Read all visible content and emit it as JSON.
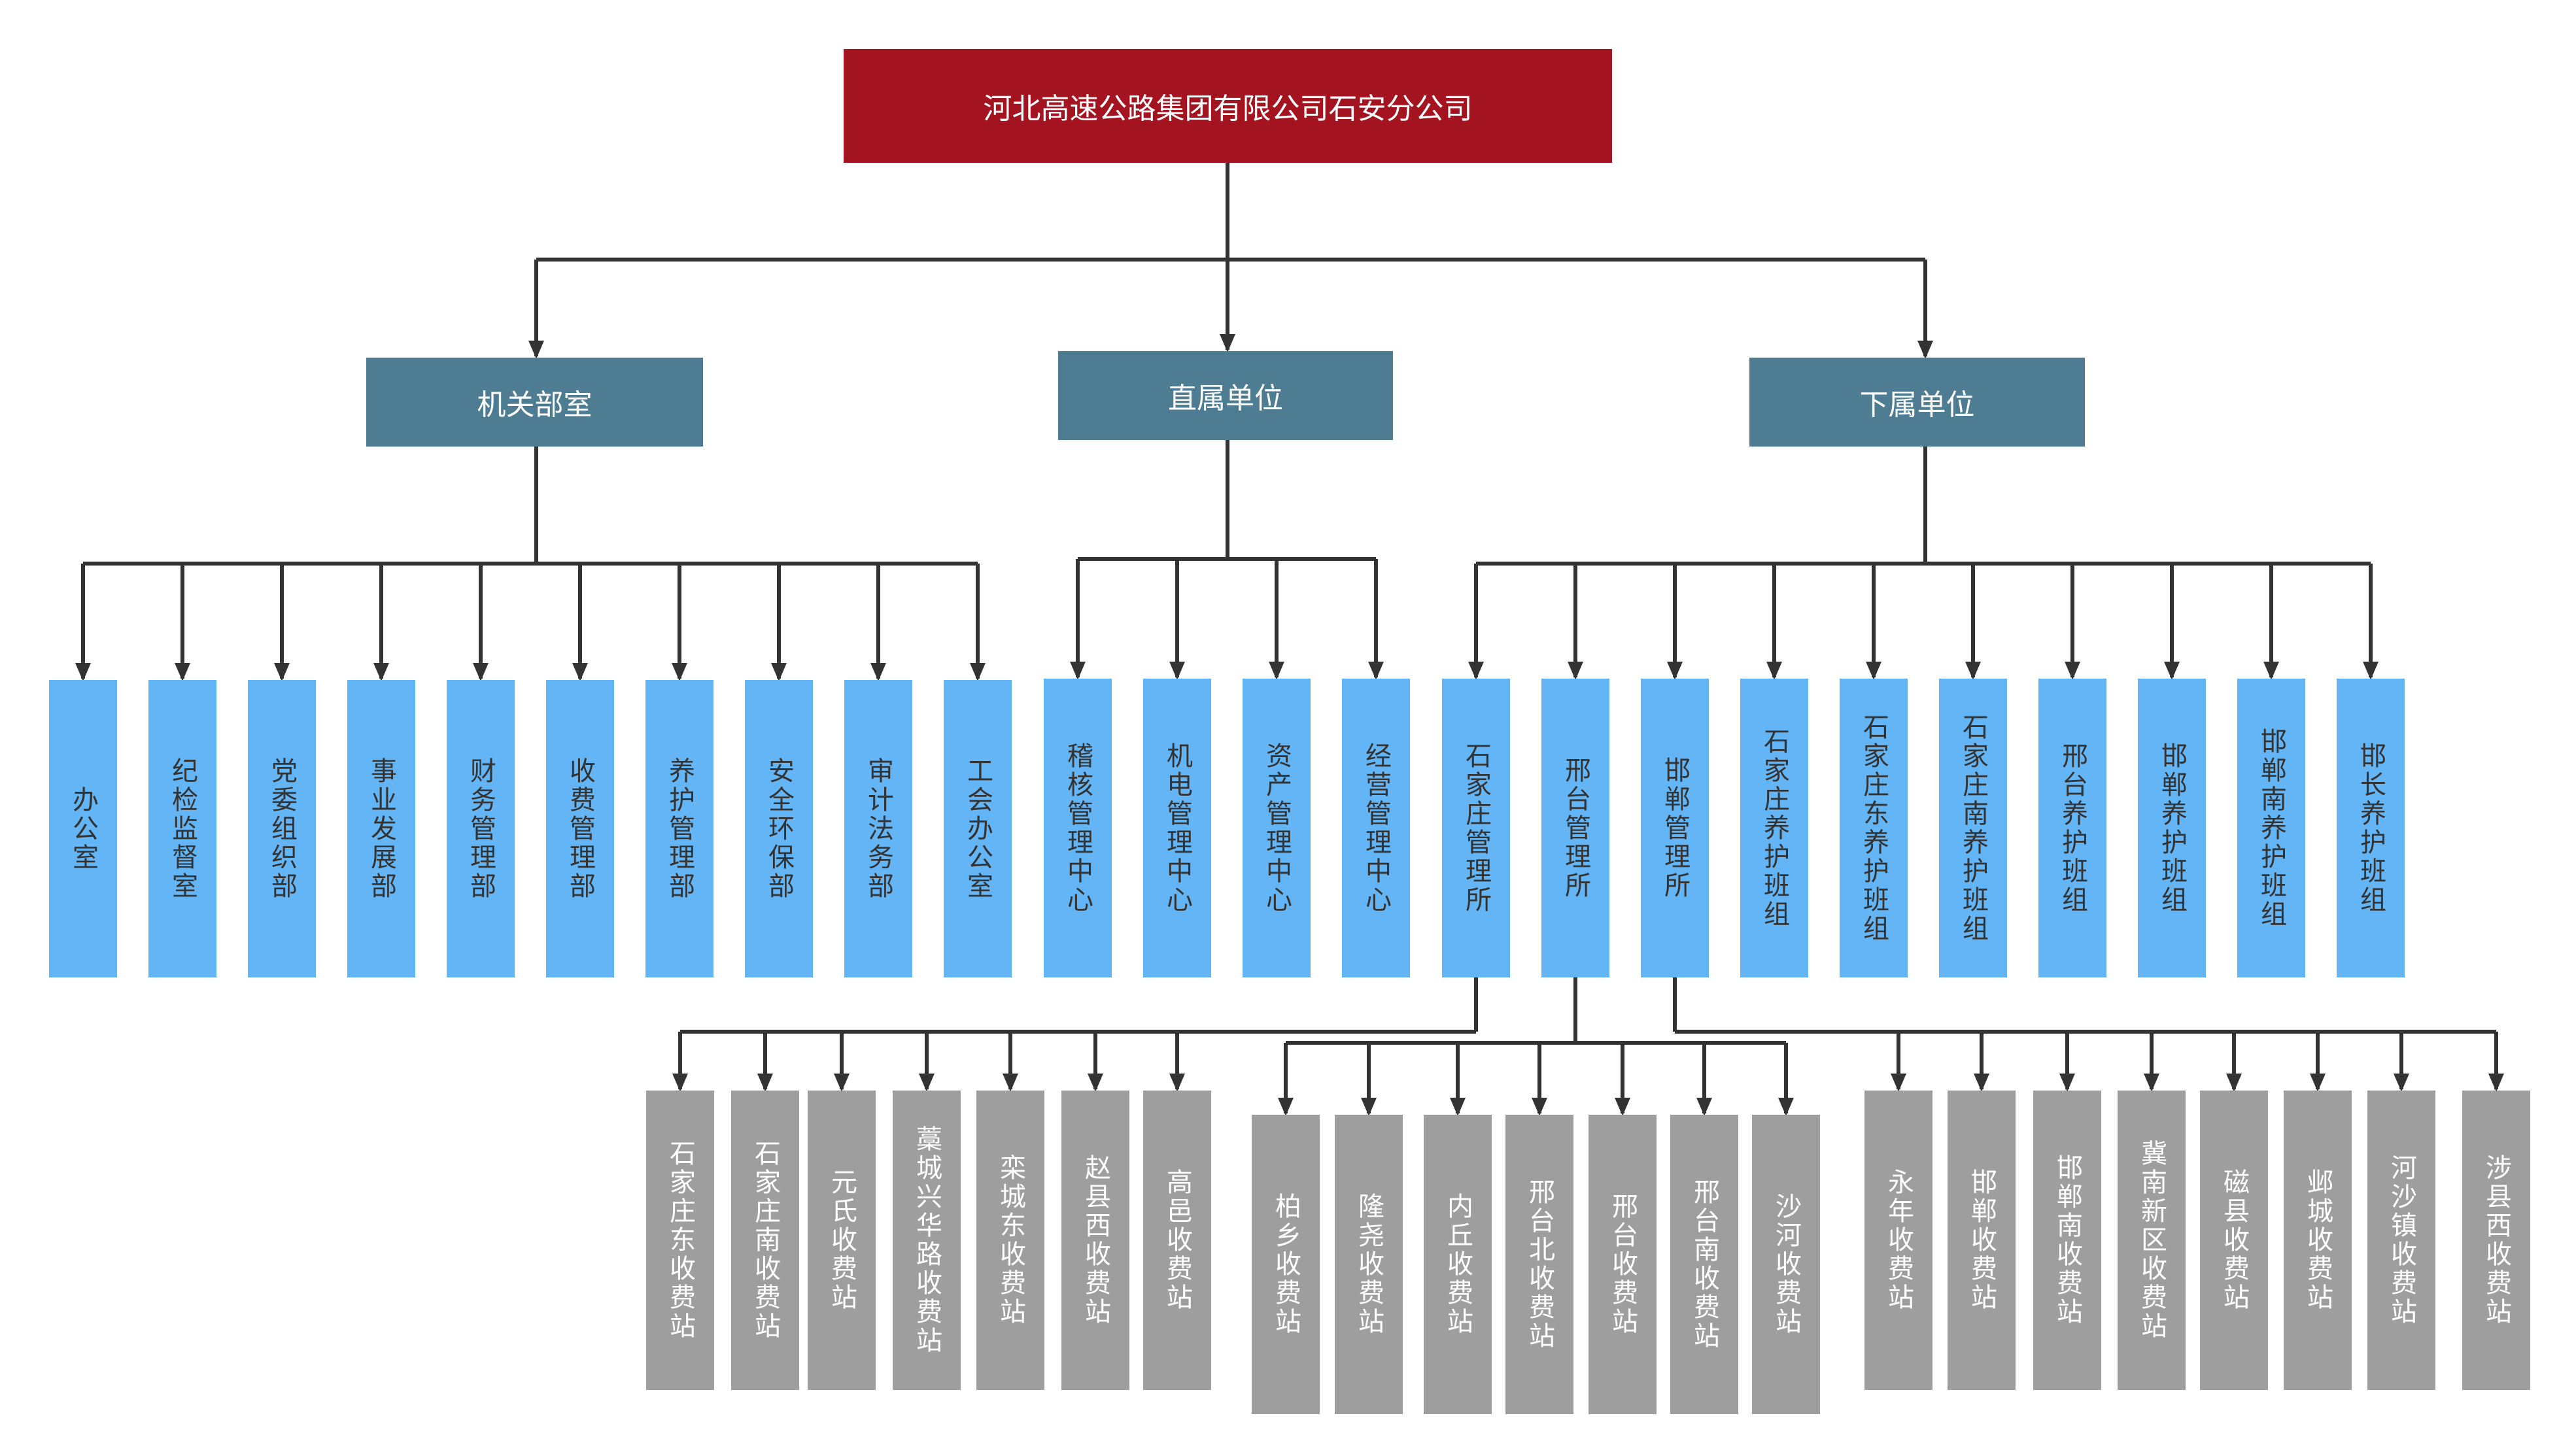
{
  "root": {
    "label": "河北高速公路集团有限公司石安分公司"
  },
  "categories": [
    {
      "label": "机关部室"
    },
    {
      "label": "直属单位"
    },
    {
      "label": "下属单位"
    }
  ],
  "departments": [
    "办公室",
    "纪检监督室",
    "党委组织部",
    "事业发展部",
    "财务管理部",
    "收费管理部",
    "养护管理部",
    "安全环保部",
    "审计法务部",
    "工会办公室"
  ],
  "direct_units": [
    "稽核管理中心",
    "机电管理中心",
    "资产管理中心",
    "经营管理中心"
  ],
  "subordinate_units": [
    "石家庄管理所",
    "邢台管理所",
    "邯郸管理所",
    "石家庄养护班组",
    "石家庄东养护班组",
    "石家庄南养护班组",
    "邢台养护班组",
    "邯郸养护班组",
    "邯郸南养护班组",
    "邯长养护班组"
  ],
  "shijiazhuang_stations": [
    "石家庄东收费站",
    "石家庄南收费站",
    "元氏收费站",
    "藁城兴华路收费站",
    "栾城东收费站",
    "赵县西收费站",
    "高邑收费站"
  ],
  "xingtai_stations": [
    "柏乡收费站",
    "隆尧收费站",
    "内丘收费站",
    "邢台北收费站",
    "邢台收费站",
    "邢台南收费站",
    "沙河收费站"
  ],
  "handan_stations": [
    "永年收费站",
    "邯郸收费站",
    "邯郸南收费站",
    "冀南新区收费站",
    "磁县收费站",
    "邺城收费站",
    "河沙镇收费站",
    "涉县西收费站"
  ]
}
